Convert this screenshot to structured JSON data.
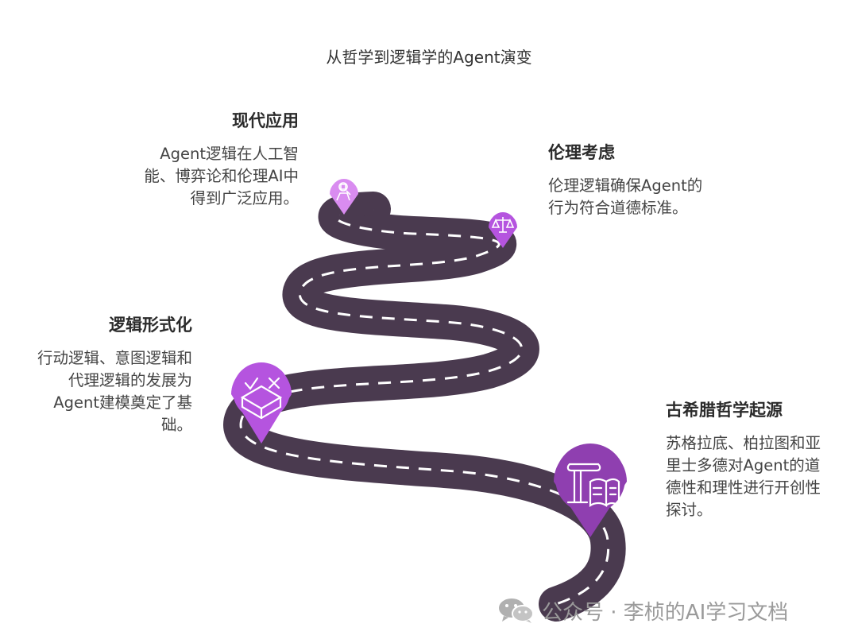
{
  "title": "从哲学到逻辑学的Agent演变",
  "colors": {
    "road": "#4a3a4f",
    "dash": "#ffffff",
    "pin_light": "#d98cf0",
    "pin_mid": "#b554df",
    "pin_dark": "#8f3fb0"
  },
  "stages": [
    {
      "heading": "现代应用",
      "description": "Agent逻辑在人工智能、博弈论和伦理AI中得到广泛应用。",
      "icon": "person-robot-icon"
    },
    {
      "heading": "伦理考虑",
      "description": "伦理逻辑确保Agent的行为符合道德标准。",
      "icon": "scales-icon"
    },
    {
      "heading": "逻辑形式化",
      "description": "行动逻辑、意图逻辑和代理逻辑的发展为Agent建模奠定了基础。",
      "icon": "check-cross-diamond-icon"
    },
    {
      "heading": "古希腊哲学起源",
      "description": "苏格拉底、柏拉图和亚里士多德对Agent的道德性和理性进行开创性探讨。",
      "icon": "column-book-icon"
    }
  ],
  "watermark": {
    "text": "公众号 · 李桢的AI学习文档",
    "icon": "wechat-icon"
  }
}
